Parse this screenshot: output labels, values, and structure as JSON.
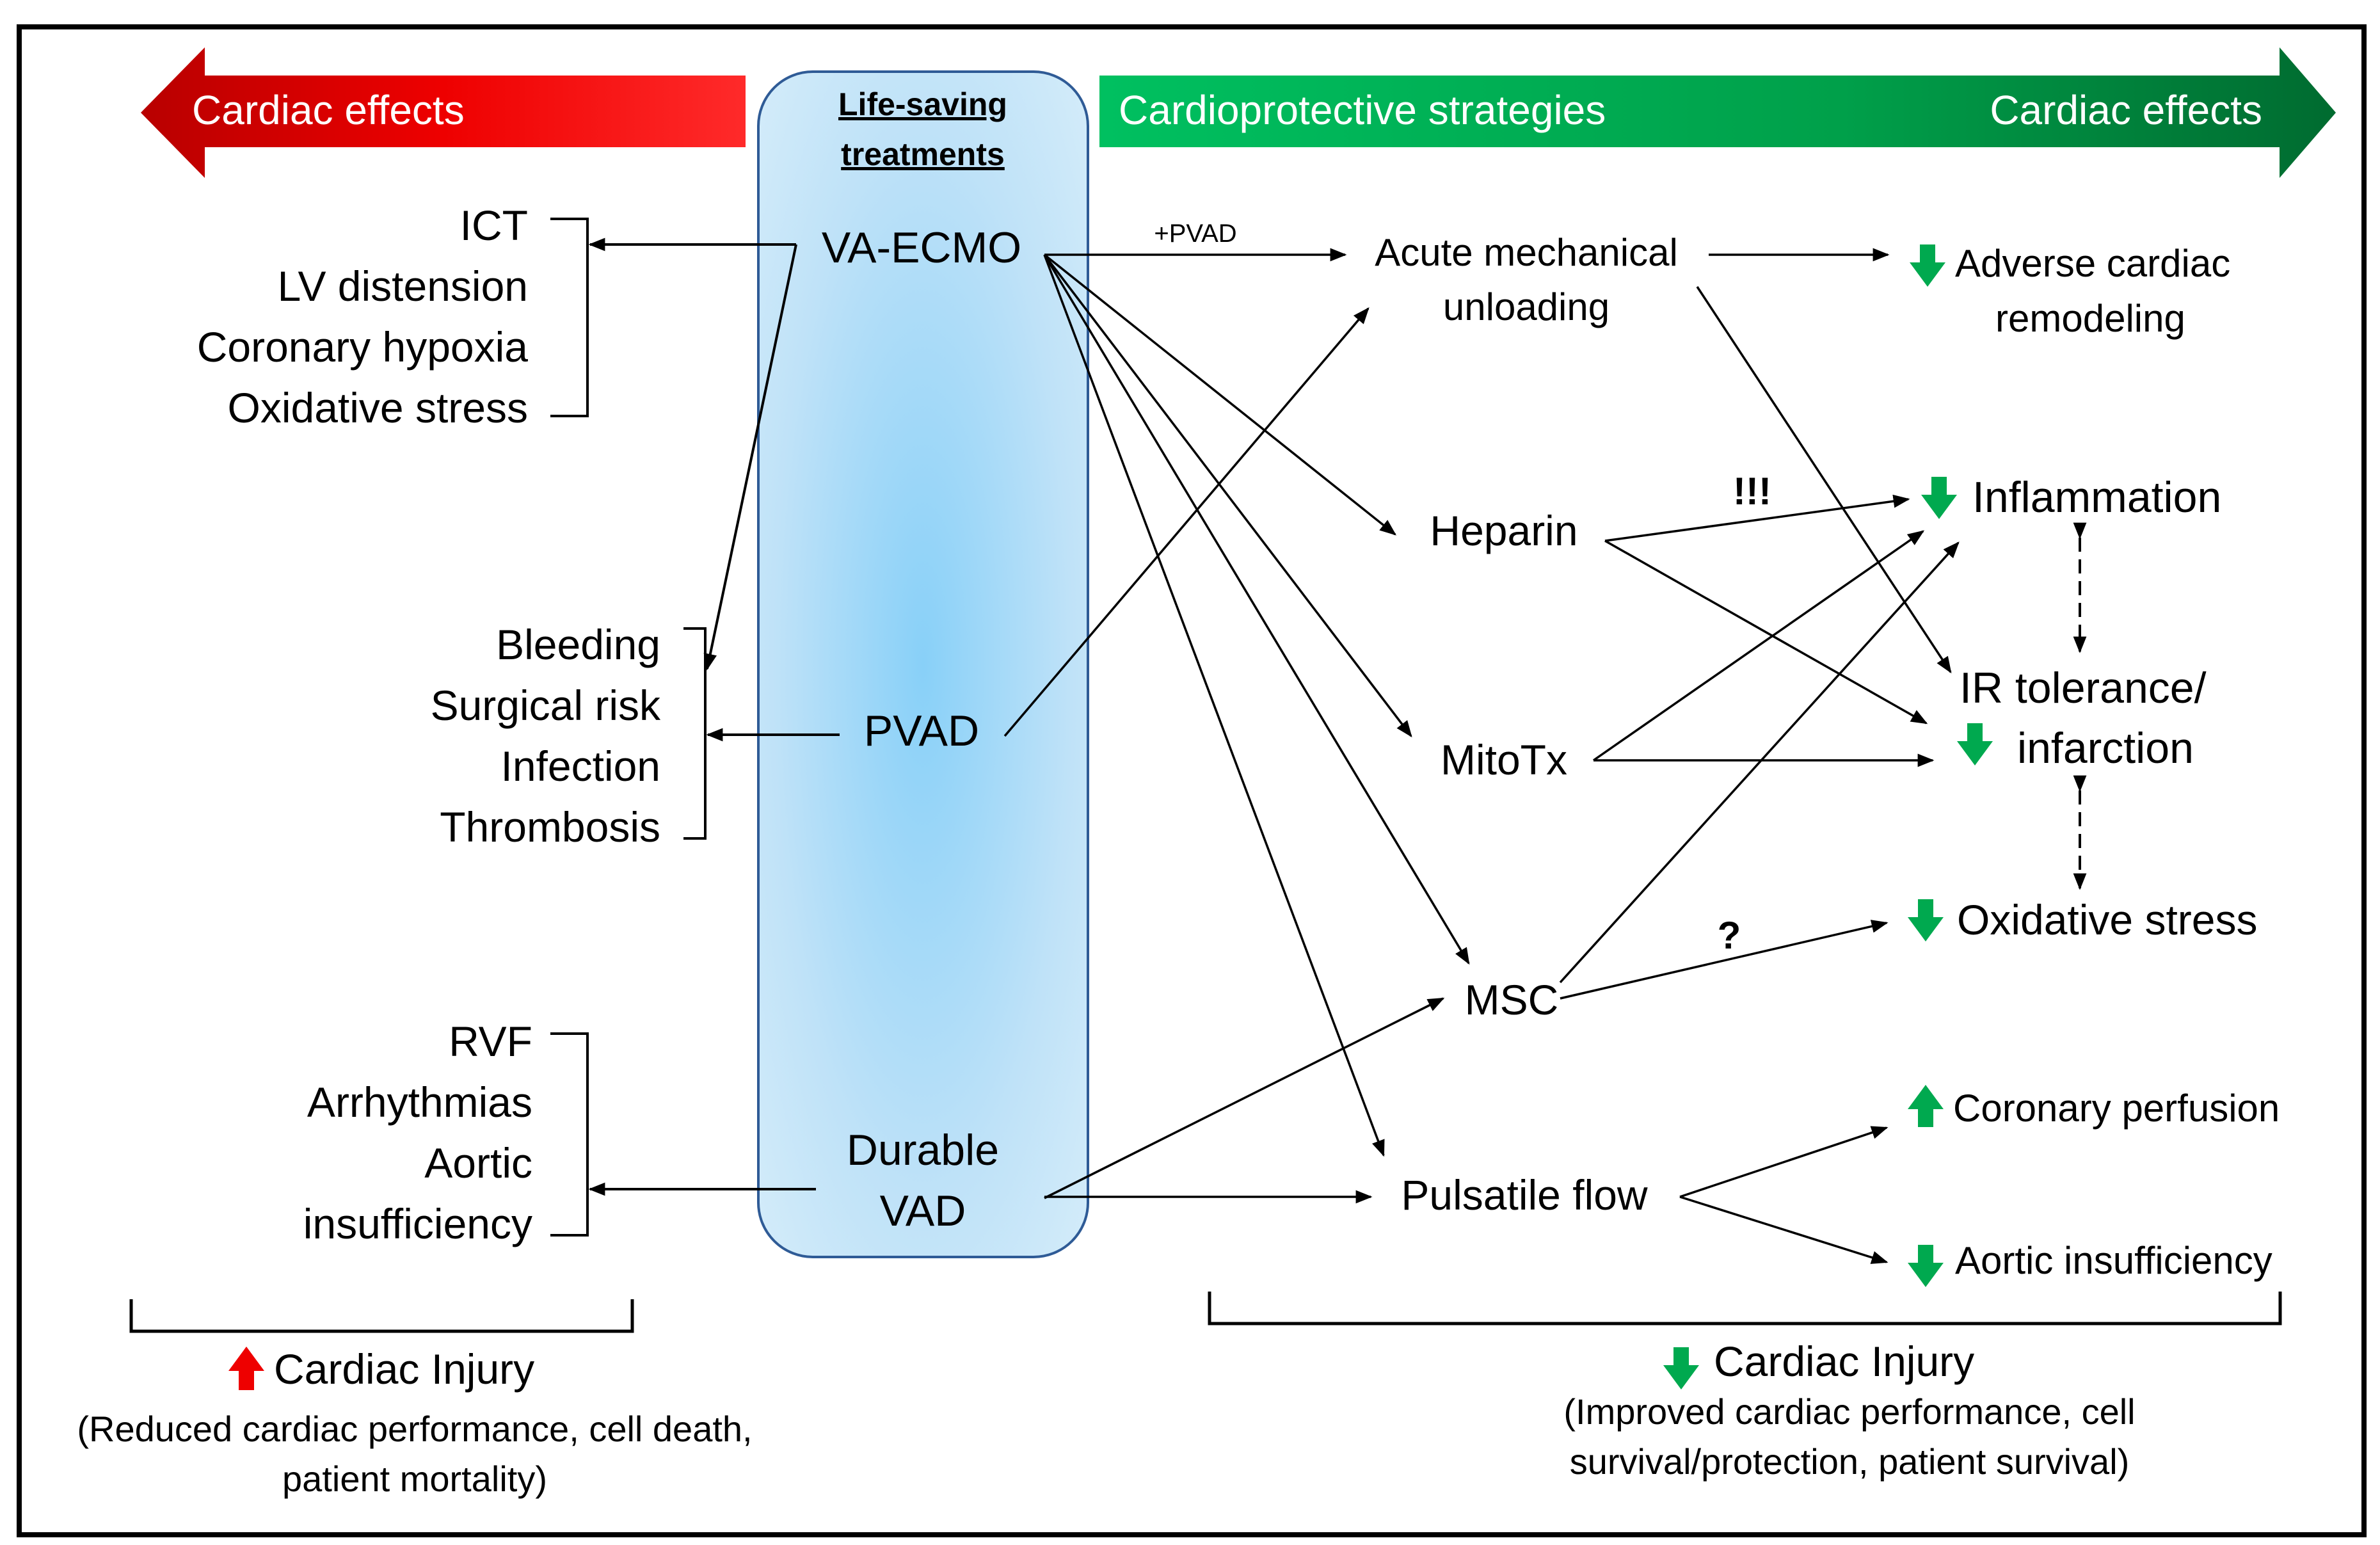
{
  "header": {
    "left_banner": "Cardiac effects",
    "center_title_line1": "Life-saving",
    "center_title_line2": "treatments",
    "right_banner_left": "Cardioprotective strategies",
    "right_banner_right": "Cardiac effects"
  },
  "treatments": {
    "vaecmo": "VA-ECMO",
    "pvad": "PVAD",
    "durable_line1": "Durable",
    "durable_line2": "VAD"
  },
  "left_effects": {
    "vaecmo": [
      "ICT",
      "LV distension",
      "Coronary hypoxia",
      "Oxidative stress"
    ],
    "pvad": [
      "Bleeding",
      "Surgical risk",
      "Infection",
      "Thrombosis"
    ],
    "durable": [
      "RVF",
      "Arrhythmias",
      "Aortic",
      "insufficiency"
    ]
  },
  "strategies": {
    "plus_pvad": "+PVAD",
    "unloading_line1": "Acute mechanical",
    "unloading_line2": "unloading",
    "heparin": "Heparin",
    "mitotx": "MitoTx",
    "msc": "MSC",
    "pulsatile": "Pulsatile flow",
    "exclaim": "!!!",
    "question": "?"
  },
  "right_effects": {
    "remodeling_line1": "Adverse cardiac",
    "remodeling_line2": "remodeling",
    "inflammation": "Inflammation",
    "ir_line1": "IR tolerance/",
    "ir_line2": "infarction",
    "oxidative": "Oxidative stress",
    "coronary": "Coronary perfusion",
    "aortic": "Aortic insufficiency"
  },
  "footer": {
    "left_title": "Cardiac Injury",
    "left_sub_line1": "(Reduced cardiac performance, cell death,",
    "left_sub_line2": "patient mortality)",
    "right_title": "Cardiac Injury",
    "right_sub_line1": "(Improved cardiac performance, cell",
    "right_sub_line2": "survival/protection, patient survival)"
  },
  "colors": {
    "red": "#e00000",
    "green": "#00a94f",
    "panel": "#a8d8f8"
  }
}
